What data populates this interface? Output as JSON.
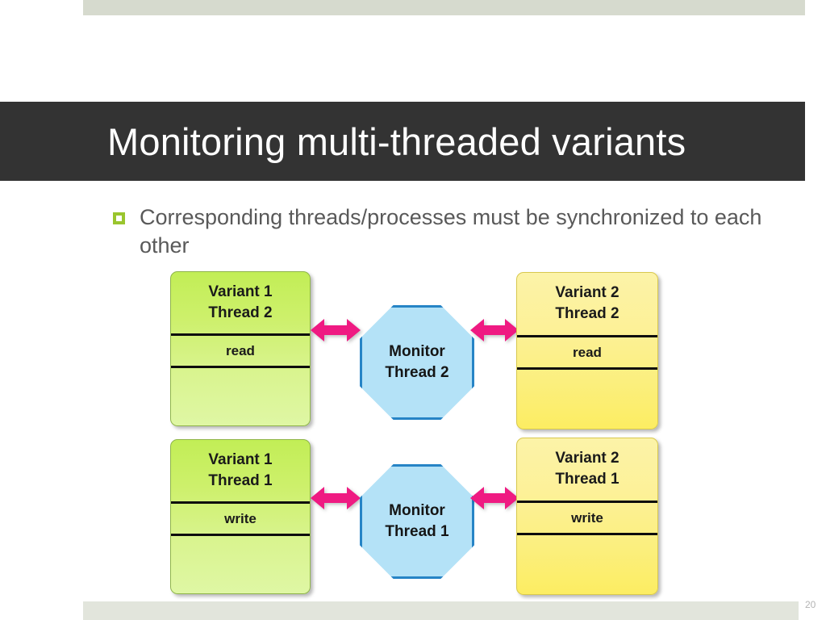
{
  "slide": {
    "title": "Monitoring multi-threaded variants",
    "page_number": "20",
    "bullets": [
      {
        "text": "Corresponding threads/processes must be synchronized to each other"
      }
    ],
    "colors": {
      "title_bar": "#333333",
      "title_text": "#ffffff",
      "body_text": "#595959",
      "bullet_marker": "#9ac52e",
      "top_bar": "#d6dace",
      "bottom_bar": "#e2e5dc",
      "variant1_box": "#cdf06b",
      "variant2_box": "#fdf198",
      "monitor_octagon_fill": "#b4e2f7",
      "monitor_octagon_border": "#2684c6",
      "arrow": "#ef1a82",
      "page_number": "#b4b4b4"
    }
  },
  "diagram": {
    "rows": [
      {
        "left": {
          "title_line1": "Variant 1",
          "title_line2": "Thread 2",
          "operation": "read"
        },
        "monitor": {
          "line1": "Monitor",
          "line2": "Thread 2"
        },
        "right": {
          "title_line1": "Variant 2",
          "title_line2": "Thread 2",
          "operation": "read"
        },
        "arrow_left": "double-headed-arrow",
        "arrow_right": "double-headed-arrow"
      },
      {
        "left": {
          "title_line1": "Variant 1",
          "title_line2": "Thread 1",
          "operation": "write"
        },
        "monitor": {
          "line1": "Monitor",
          "line2": "Thread 1"
        },
        "right": {
          "title_line1": "Variant 2",
          "title_line2": "Thread 1",
          "operation": "write"
        },
        "arrow_left": "double-headed-arrow",
        "arrow_right": "double-headed-arrow"
      }
    ]
  }
}
